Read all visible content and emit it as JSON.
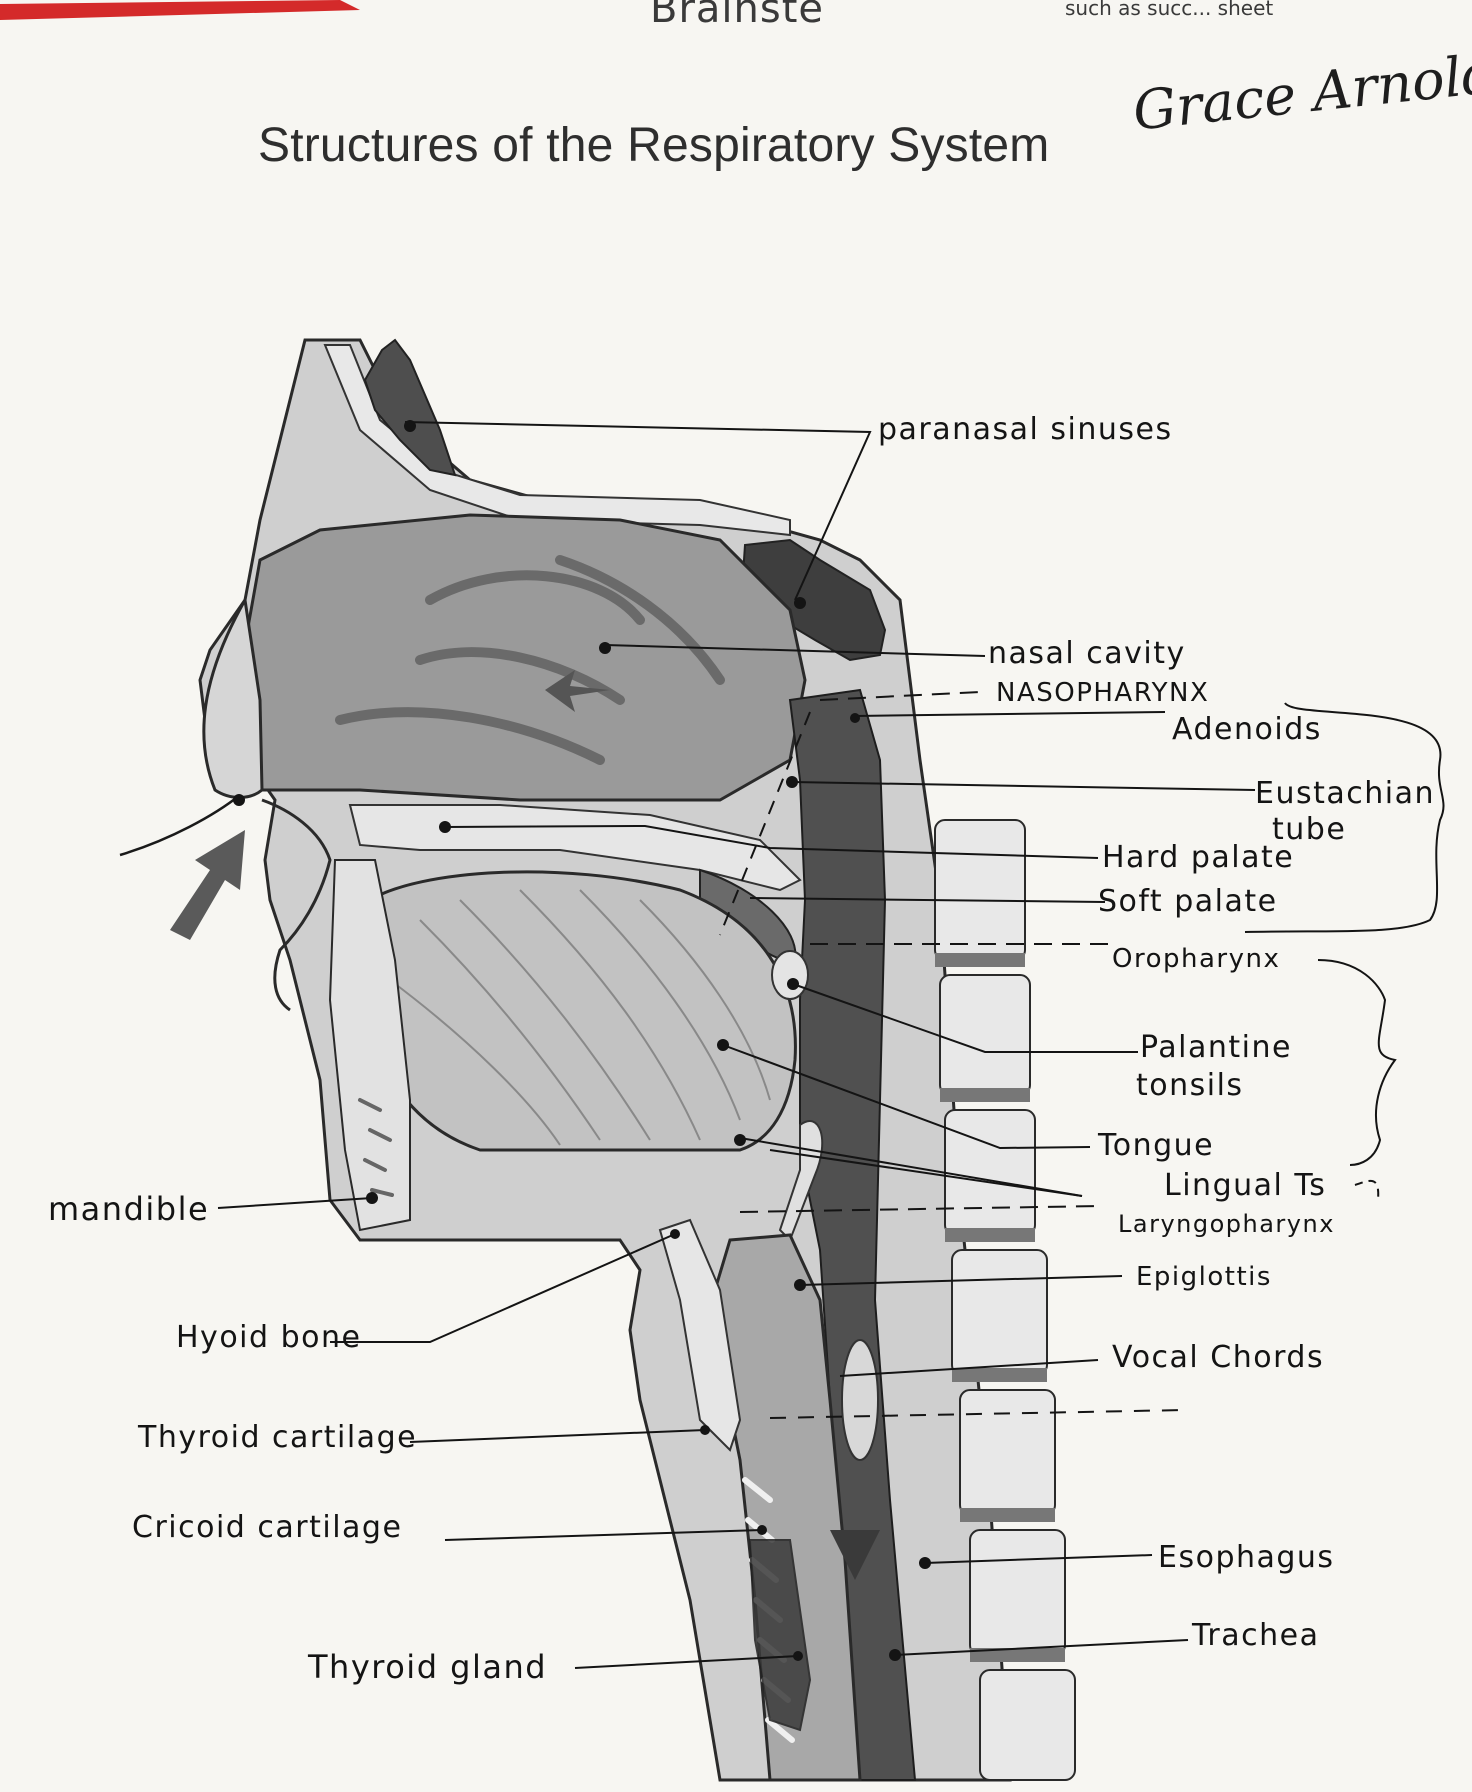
{
  "page": {
    "top_bleed_left": "Brainste",
    "top_bleed_right": "such as succ...  sheet",
    "title": "Structures of the Respiratory System",
    "signature": "Grace Arnold"
  },
  "labels": {
    "paranasal_sinuses": "paranasal sinuses",
    "nasal_cavity": "nasal cavity",
    "nasopharynx": "NASOPHARYNX",
    "adenoids": "Adenoids",
    "eustachian": "Eustachian",
    "tube": "tube",
    "hard_palate": "Hard palate",
    "soft_palate": "Soft palate",
    "oropharynx": "Oropharynx",
    "palatine": "Palantine",
    "tonsils": "tonsils",
    "tongue": "Tongue",
    "lingual": "Lingual Ts",
    "laryngopharynx": "Laryngopharynx",
    "epiglottis": "Epiglottis",
    "vocal_chords": "Vocal Chords",
    "esophagus": "Esophagus",
    "trachea": "Trachea",
    "mandible": "mandible",
    "hyoid": "Hyoid bone",
    "thyroid_cartilage": "Thyroid cartilage",
    "cricoid_cartilage": "Cricoid cartilage",
    "thyroid_gland": "Thyroid gland"
  },
  "colors": {
    "ink": "#141414",
    "dark_tissue": "#4a4a4a",
    "mid_tissue": "#8a8a8a",
    "light_tissue": "#c9c9c9",
    "bone": "#e4e4e4",
    "accent_red": "#d42a2a"
  }
}
